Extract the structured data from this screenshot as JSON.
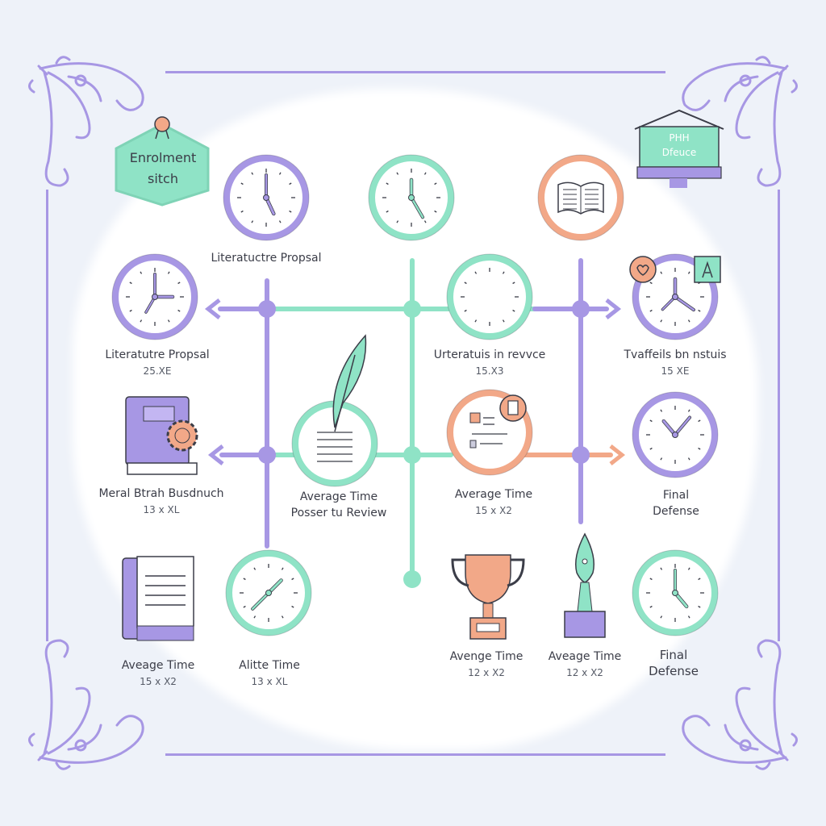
{
  "colors": {
    "purple": "#a797e4",
    "mint": "#8fe3c6",
    "peach": "#f2a888",
    "ink": "#3b3d48"
  },
  "badge": {
    "line1": "Enrolment",
    "line2": "sitch"
  },
  "monitor": {
    "line1": "PHH",
    "line2": "Dfeuce"
  },
  "top_label": "Literatuctre Propsal",
  "nodes": [
    {
      "title": "Literatutre Propsal",
      "value": "25.XE"
    },
    {
      "title": "Urteratuis in revvce",
      "value": "15.X3"
    },
    {
      "title": "Tvaffeils bn nstuis",
      "value": "15 XE"
    },
    {
      "title": "Meral Btrah Busdnuch",
      "value": "13 x XL"
    },
    {
      "title": "Average Time",
      "title2": "Posser tu Review"
    },
    {
      "title": "Average Time",
      "value": "15 x X2"
    },
    {
      "title": "Final",
      "title2": "Defense"
    },
    {
      "title": "Aveage Time",
      "value": "15 x X2"
    },
    {
      "title": "Alitte Time",
      "value": "13 x XL"
    },
    {
      "title": "Avenge Time",
      "value": "12 x X2"
    },
    {
      "title": "Aveage Time",
      "value": "12 x X2"
    },
    {
      "title": "Final",
      "title2": "Defense"
    }
  ]
}
